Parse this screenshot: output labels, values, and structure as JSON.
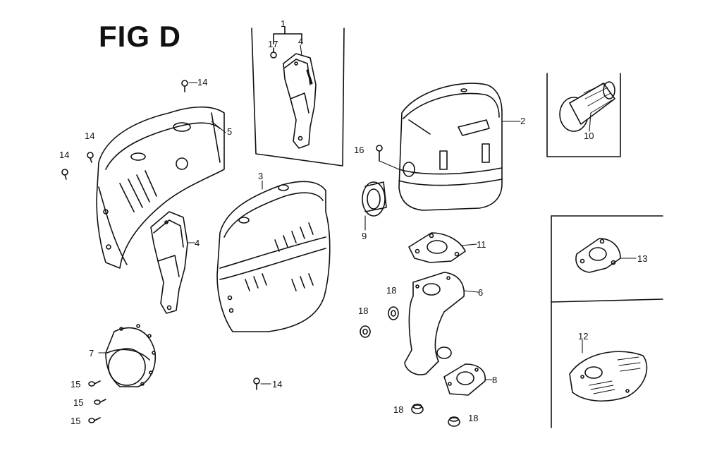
{
  "figure": {
    "title": "FIG D"
  },
  "callouts": {
    "c1": "1",
    "c2": "2",
    "c3": "3",
    "c4a": "4",
    "c4b": "4",
    "c5": "5",
    "c6": "6",
    "c7": "7",
    "c8": "8",
    "c9": "9",
    "c10": "10",
    "c11": "11",
    "c12": "12",
    "c13": "13",
    "c14a": "14",
    "c14b": "14",
    "c14c": "14",
    "c14d": "14",
    "c15a": "15",
    "c15b": "15",
    "c15c": "15",
    "c16": "16",
    "c17": "17",
    "c18a": "18",
    "c18b": "18",
    "c18c": "18",
    "c18d": "18"
  },
  "parts": [
    {
      "ref": "2",
      "icon": "muffler-body-icon"
    },
    {
      "ref": "3",
      "icon": "muffler-protector-icon"
    },
    {
      "ref": "5",
      "icon": "muffler-cover-icon"
    },
    {
      "ref": "6",
      "icon": "exhaust-pipe-icon"
    },
    {
      "ref": "7",
      "icon": "deflector-icon"
    },
    {
      "ref": "10",
      "icon": "spark-arrester-icon"
    }
  ]
}
